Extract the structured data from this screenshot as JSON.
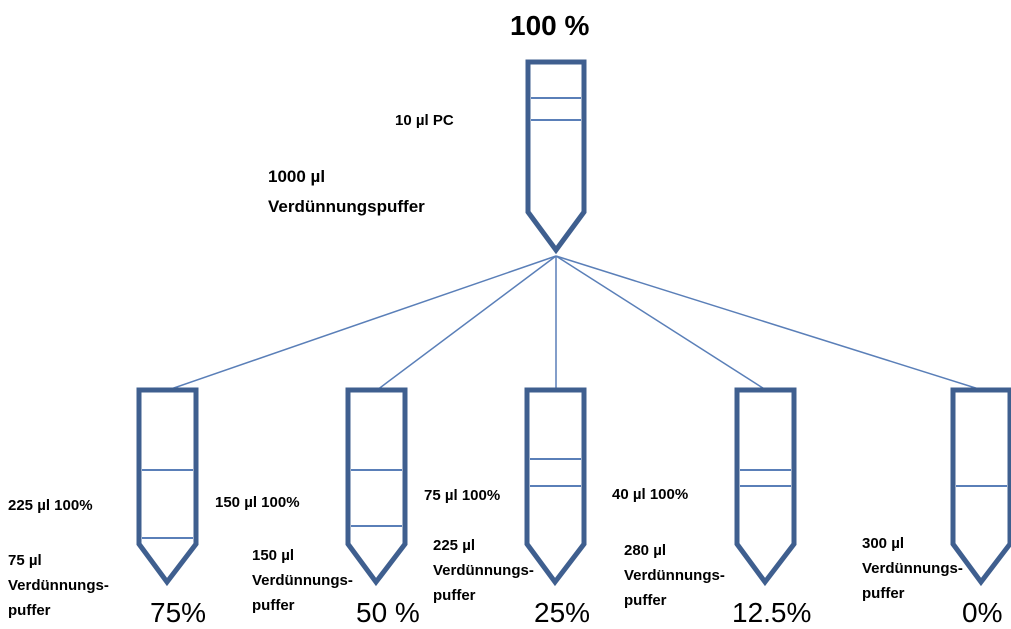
{
  "top": {
    "title": "100 %",
    "pc_label": "10 µl PC",
    "buffer_label_line1": "1000 µl",
    "buffer_label_line2": "Verdünnungspuffer"
  },
  "tubes": [
    {
      "upper_label": "225 µl 100%",
      "lower_line1": "75 µl",
      "lower_line2": "Verdünnungs-",
      "lower_line3": "puffer",
      "percent": "75%"
    },
    {
      "upper_label": "150 µl 100%",
      "lower_line1": "150 µl",
      "lower_line2": "Verdünnungs-",
      "lower_line3": "puffer",
      "percent": "50 %"
    },
    {
      "upper_label": "75 µl 100%",
      "lower_line1": "225 µl",
      "lower_line2": "Verdünnungs-",
      "lower_line3": "puffer",
      "percent": "25%"
    },
    {
      "upper_label": "40 µl 100%",
      "lower_line1": "280 µl",
      "lower_line2": "Verdünnungs-",
      "lower_line3": "puffer",
      "percent": "12.5%"
    },
    {
      "upper_label": "",
      "lower_line1": "300 µl",
      "lower_line2": "Verdünnungs-",
      "lower_line3": "puffer",
      "percent": "0%"
    }
  ],
  "colors": {
    "tube": "#3f5f8f",
    "line": "#5a7fb8"
  }
}
